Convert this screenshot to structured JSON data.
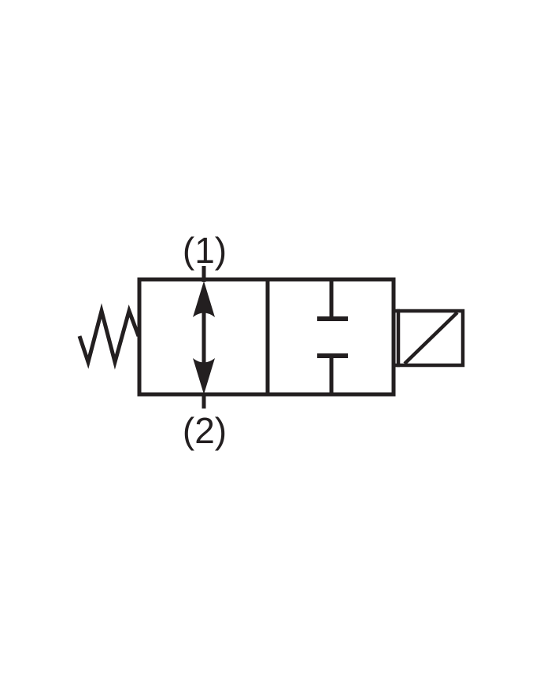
{
  "page": {
    "background_color": "#ffffff",
    "line_color": "#231f20"
  },
  "schematic": {
    "description": "2-way 2-position spring-return solenoid valve symbol",
    "ports": {
      "port1_label": "(1)",
      "port2_label": "(2)"
    },
    "components": {
      "spring": "return-spring-icon",
      "left_position": "flow-path-double-arrow-icon",
      "right_position": "blocked-ports-icon",
      "actuator": "solenoid-coil-icon"
    }
  }
}
